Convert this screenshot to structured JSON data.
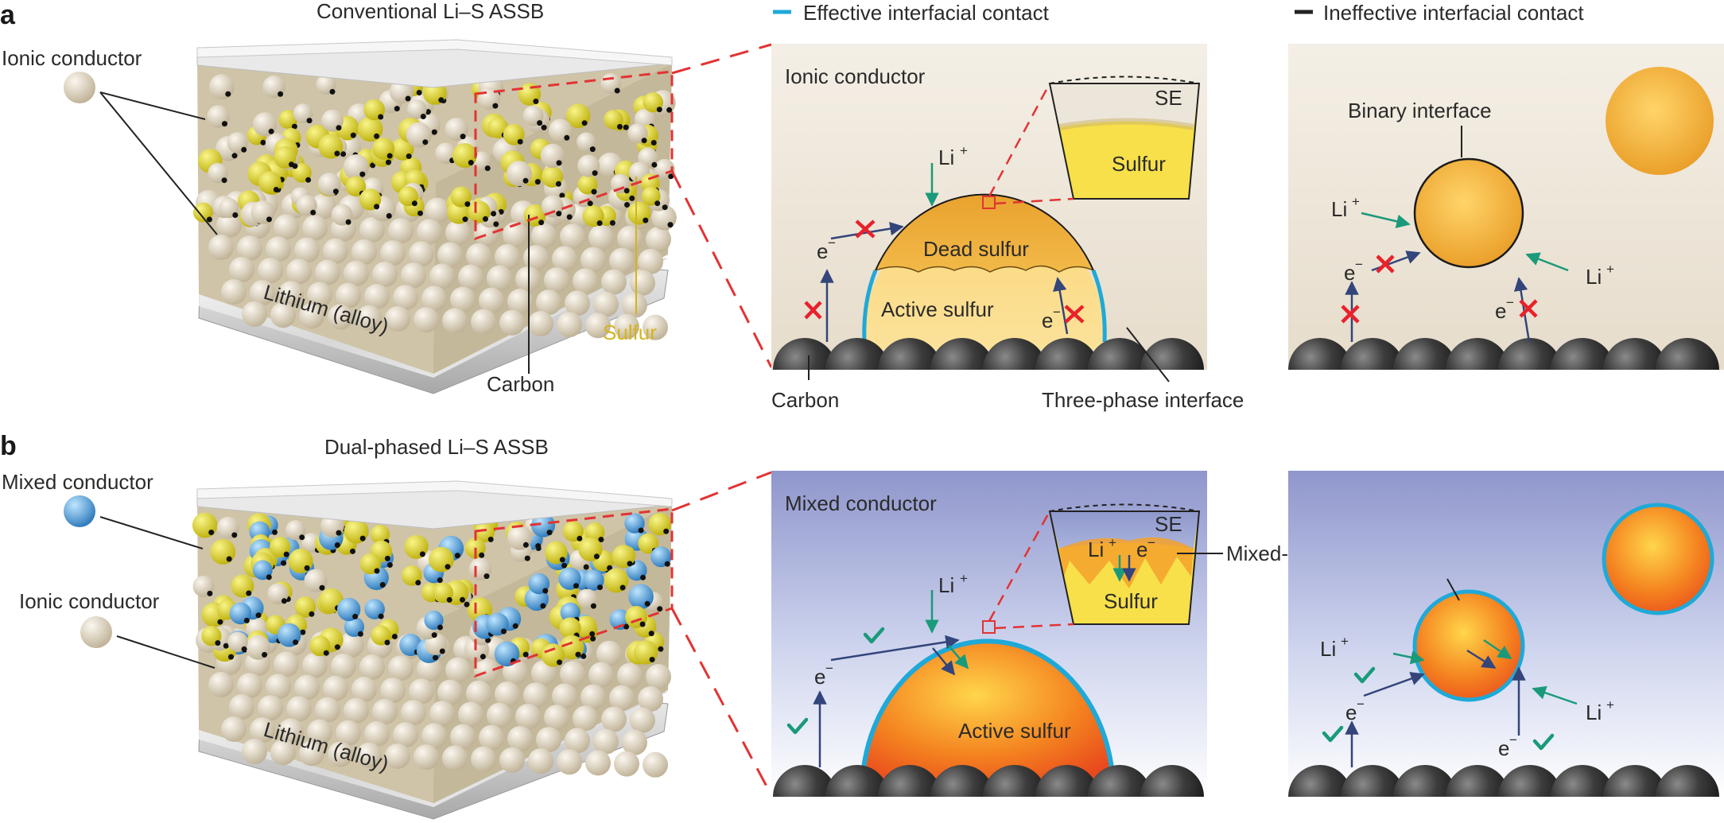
{
  "panels": {
    "a": {
      "letter": "a",
      "title": "Conventional Li–S ASSB",
      "legend_effective": "Effective interfacial contact",
      "legend_ineffective": "Ineffective interfacial contact",
      "left_labels": {
        "ionic_conductor": "Ionic conductor",
        "lithium": "Lithium (alloy)",
        "carbon": "Carbon",
        "sulfur": "Sulfur"
      },
      "mid": {
        "title": "Ionic conductor",
        "se": "SE",
        "sulfur": "Sulfur",
        "li": "Li",
        "e": "e",
        "dead_sulfur": "Dead sulfur",
        "active_sulfur": "Active sulfur",
        "e2": "e",
        "carbon": "Carbon",
        "three_phase": "Three-phase interface"
      },
      "right": {
        "binary": "Binary interface",
        "li_left": "Li",
        "li_right": "Li",
        "e_left": "e",
        "e_right": "e"
      }
    },
    "b": {
      "letter": "b",
      "title": "Dual-phased Li–S ASSB",
      "left_labels": {
        "mixed_conductor": "Mixed conductor",
        "ionic_conductor": "Ionic conductor",
        "lithium": "Lithium (alloy)"
      },
      "mid": {
        "title": "Mixed conductor",
        "se": "SE",
        "li_in": "Li",
        "e_in": "e",
        "sulfur": "Sulfur",
        "mcd": "Mixed-conduction domain",
        "li": "Li",
        "e": "e",
        "active_sulfur": "Active sulfur"
      },
      "right": {
        "li_left": "Li",
        "li_right": "Li",
        "e_left": "e",
        "e_right": "e"
      }
    }
  },
  "superscripts": {
    "plus": "+",
    "minus": "−"
  },
  "colors": {
    "effective": "#1fa9d8",
    "ineffective": "#222222",
    "sulfur_yellow": "#e8d21a",
    "sulfur_label": "#d4b41e",
    "arrow_green": "#1a9a7a",
    "arrow_blue": "#33457a",
    "cross_red": "#e8212a",
    "dash_red": "#e23333"
  }
}
